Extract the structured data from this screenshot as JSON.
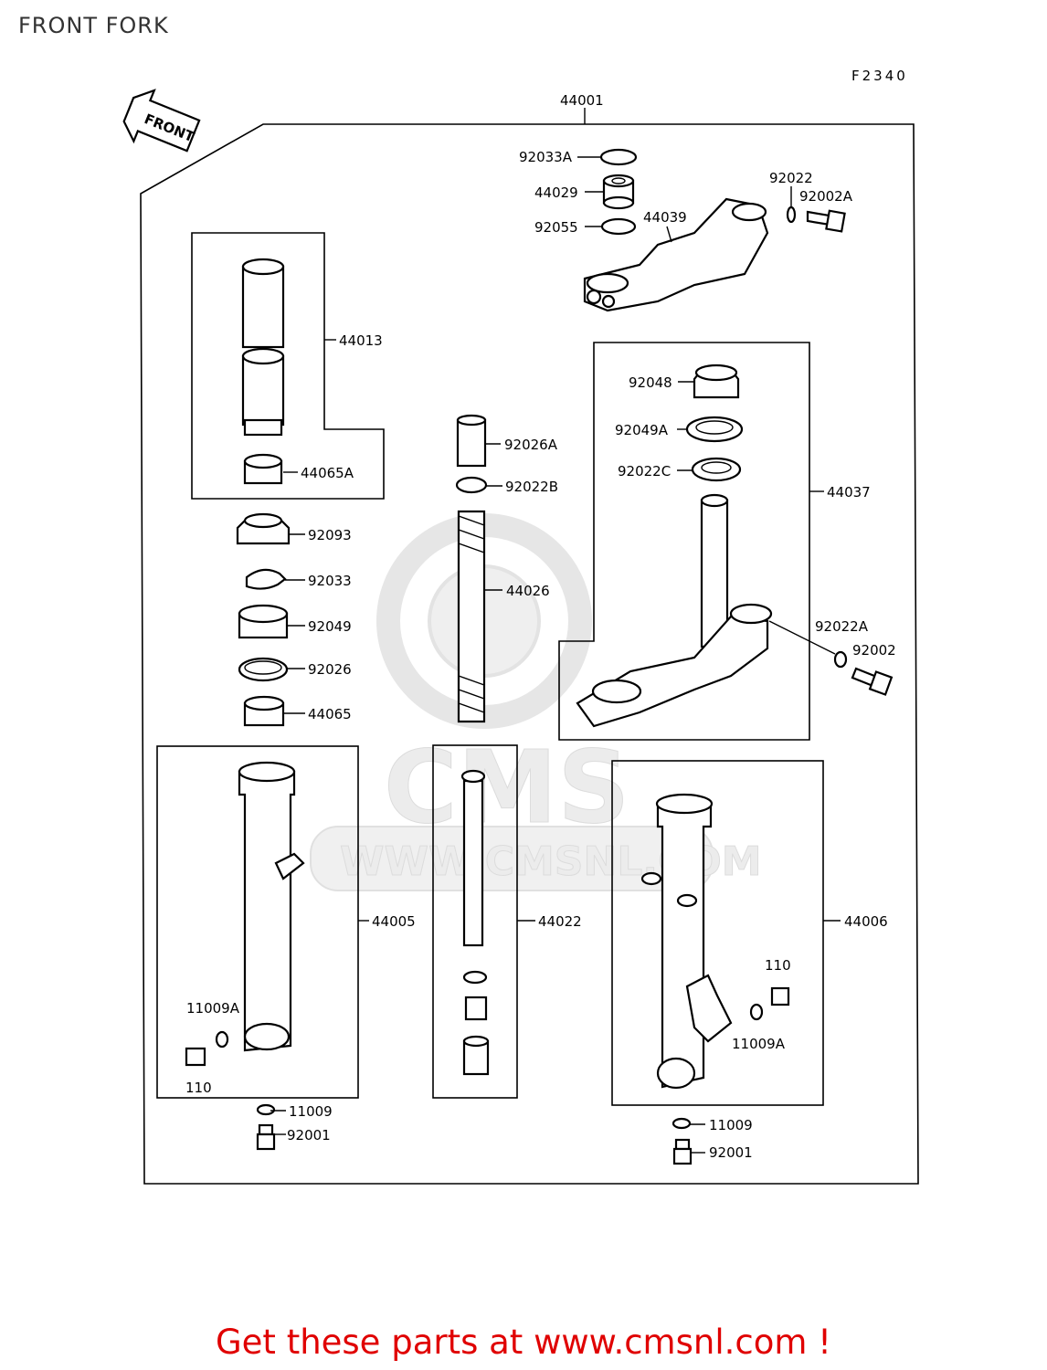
{
  "header": {
    "title": "FRONT FORK",
    "diagram_code": "F2340"
  },
  "front_indicator": "FRONT",
  "watermark": {
    "brand": "CMS",
    "url": "WWW.CMSNL.COM"
  },
  "footer": {
    "text": "Get these parts at www.cmsnl.com !"
  },
  "labels": {
    "p44001": "44001",
    "p92033A": "92033A",
    "p44029": "44029",
    "p92055": "92055",
    "p44039": "44039",
    "p92022": "92022",
    "p92002A": "92002A",
    "p44013": "44013",
    "p44065A": "44065A",
    "p92026A": "92026A",
    "p92022B": "92022B",
    "p92093": "92093",
    "p92033": "92033",
    "p44026": "44026",
    "p92049": "92049",
    "p92026": "92026",
    "p44065": "44065",
    "p92048": "92048",
    "p92049A": "92049A",
    "p92022C": "92022C",
    "p44037": "44037",
    "p92022A": "92022A",
    "p92002": "92002",
    "p44005": "44005",
    "p44022": "44022",
    "p44006": "44006",
    "p11009A_l": "11009A",
    "p110_l": "110",
    "p11009_l": "11009",
    "p92001_l": "92001",
    "p110_r": "110",
    "p11009A_r": "11009A",
    "p11009_r": "11009",
    "p92001_r": "92001"
  }
}
